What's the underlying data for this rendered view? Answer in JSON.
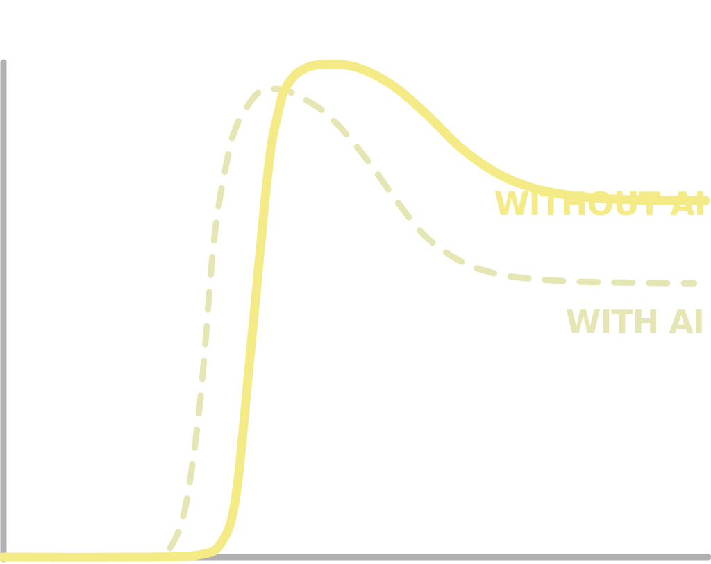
{
  "chart_data": {
    "type": "line",
    "title": "",
    "xlabel": "",
    "ylabel": "",
    "xlim": [
      0,
      100
    ],
    "ylim": [
      0,
      100
    ],
    "grid": false,
    "legend": "inline-right",
    "series": [
      {
        "name": "WITHOUT AI",
        "style": "solid",
        "color": "#f4ea86",
        "x": [
          0,
          20,
          28,
          31,
          33,
          35,
          37,
          38,
          39,
          40,
          42,
          45,
          50,
          55,
          60,
          65,
          70,
          75,
          80,
          85,
          90,
          95,
          99.6
        ],
        "y": [
          0,
          0,
          0.5,
          3,
          12,
          40,
          70,
          83,
          90,
          95,
          98.5,
          100,
          99.5,
          96,
          90,
          83,
          78,
          75,
          73.5,
          72.8,
          72.5,
          72.4,
          72.4
        ]
      },
      {
        "name": "WITH AI",
        "style": "dashed",
        "color": "#e6e6b4",
        "x": [
          0,
          20,
          22,
          24,
          26,
          28,
          30,
          32,
          33,
          34,
          36,
          38,
          40,
          42,
          45,
          48,
          52,
          56,
          60,
          65,
          70,
          75,
          80,
          85,
          90,
          95,
          98
        ],
        "y": [
          0,
          0,
          0.5,
          2.5,
          11,
          32,
          65,
          82,
          87,
          90,
          94,
          95,
          94.8,
          93.5,
          91,
          87,
          80,
          72,
          65,
          60,
          57.5,
          56.5,
          56,
          55.8,
          55.7,
          55.6,
          55.6
        ]
      }
    ]
  },
  "colors": {
    "axis": "#b0b0b0",
    "without_ai": "#f4ea86",
    "with_ai": "#e6e6b4"
  }
}
